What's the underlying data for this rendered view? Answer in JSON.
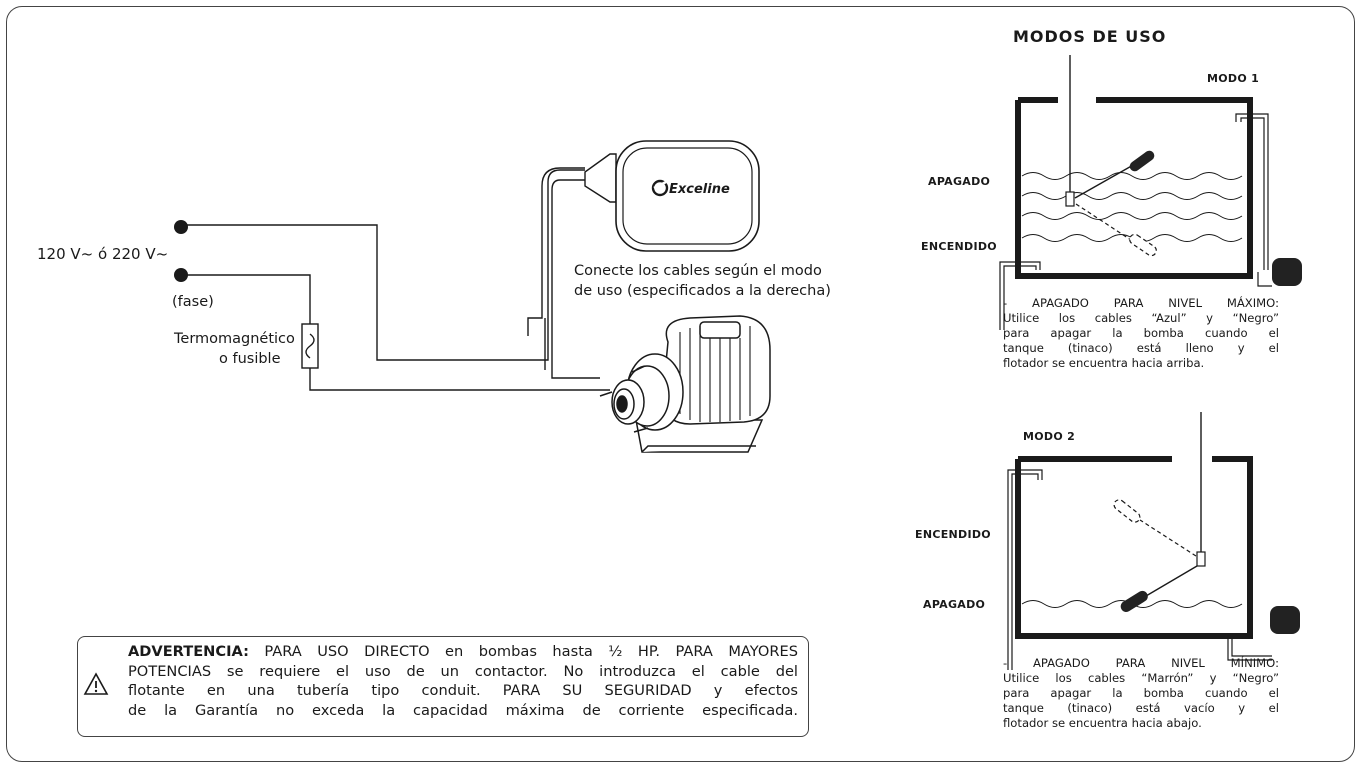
{
  "colors": {
    "ink": "#1a1a1a",
    "frame": "#444444",
    "float_ball": "#222222"
  },
  "wiring": {
    "voltage_label": "120 V~ ó 220 V~",
    "phase_label": "(fase)",
    "breaker_label_1": "Termomagnético",
    "breaker_label_2": "o fusible",
    "connect_note_1": "Conecte los cables según el modo",
    "connect_note_2": "de uso (especificados a la derecha)",
    "brand": "Exceline"
  },
  "modes": {
    "title": "MODOS DE USO",
    "mode1": {
      "label": "MODO 1",
      "off_label": "APAGADO",
      "on_label": "ENCENDIDO",
      "desc_lines": [
        "- APAGADO PARA NIVEL MÁXIMO:",
        "Utilice los cables “Azul” y “Negro”",
        "para apagar la bomba cuando el",
        "tanque (tinaco) está lleno y el",
        "flotador se encuentra hacia arriba."
      ]
    },
    "mode2": {
      "label": "MODO 2",
      "on_label": "ENCENDIDO",
      "off_label": "APAGADO",
      "desc_lines": [
        "- APAGADO PARA NIVEL MÍNIMO:",
        "Utilice los cables “Marrón” y “Negro”",
        "para apagar la bomba cuando el",
        "tanque (tinaco) está vacío y el",
        "flotador se encuentra hacia abajo."
      ]
    }
  },
  "warning": {
    "icon": "warning-triangle-icon",
    "heading": "ADVERTENCIA:",
    "line1_rest": "PARA USO DIRECTO en bombas hasta ½ HP. PARA MAYORES",
    "line2": "POTENCIAS se requiere el uso de un contactor. No introduzca el cable del",
    "line3": "flotante en una tubería tipo conduit. PARA SU SEGURIDAD y efectos",
    "line4": "de la Garantía no exceda la capacidad máxima de corriente especificada."
  }
}
